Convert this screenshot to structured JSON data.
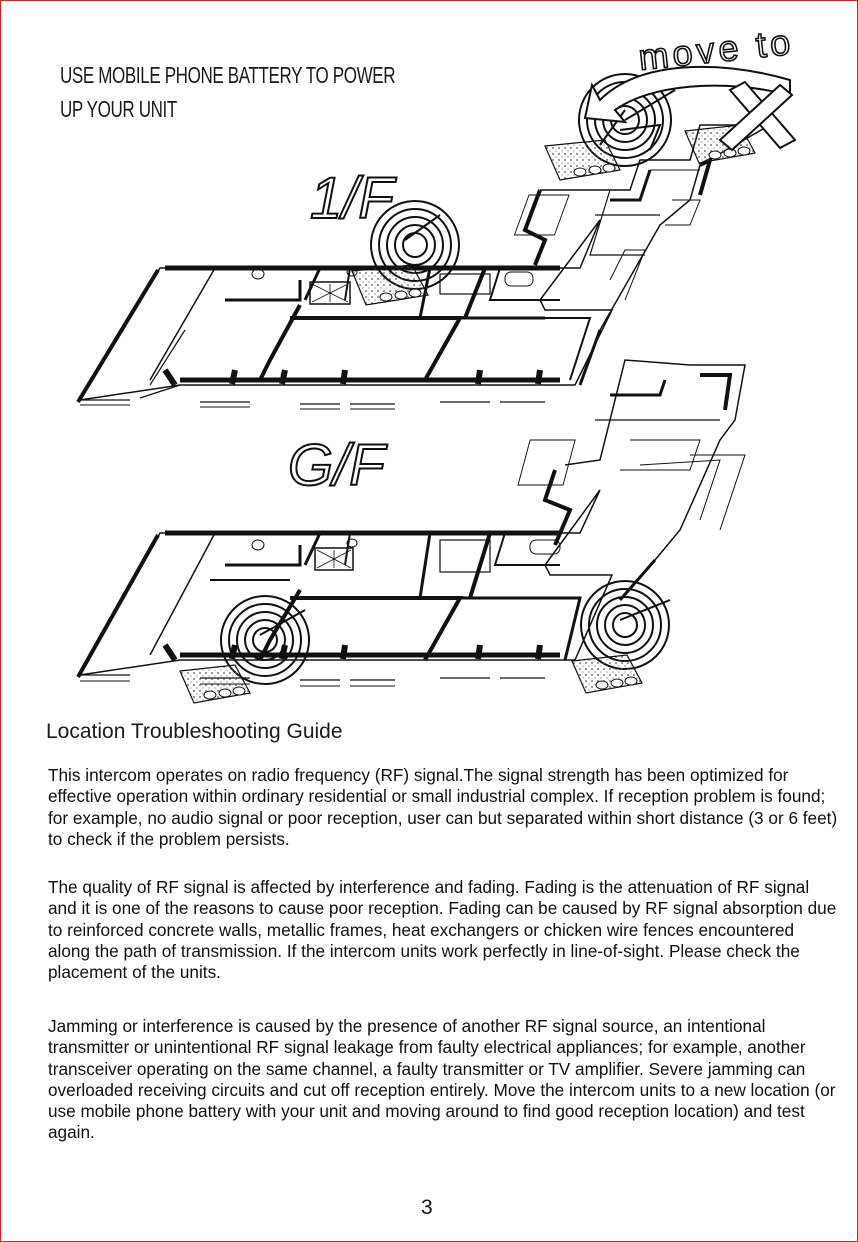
{
  "power_note": {
    "line1": "USE MOBILE PHONE BATTERY TO POWER",
    "line2": "UP YOUR UNIT"
  },
  "diagram": {
    "upper_floor_label": "1/F",
    "ground_floor_label": "G/F",
    "move_label": "move to"
  },
  "guide": {
    "title": "Location Troubleshooting Guide",
    "paragraphs": [
      "This intercom operates on radio frequency (RF) signal.The signal strength has been optimized for effective operation within ordinary residential or small industrial complex. If reception problem is found; for example, no audio signal or poor reception, user can but separated within short distance (3 or 6 feet) to check if the problem persists.",
      "The quality of RF signal is affected by interference and fading. Fading is the attenuation of RF signal and it is one of the reasons to cause poor reception. Fading can be caused by RF signal absorption due to reinforced concrete walls, metallic frames, heat exchangers or chicken wire fences encountered along the path of transmission. If the intercom units work perfectly in line-of-sight. Please check the placement of the units.",
      "Jamming or interference is caused by the presence of another RF signal source, an intentional transmitter or unintentional RF signal leakage from faulty electrical appliances; for example, another transceiver operating on the same channel, a faulty transmitter or TV amplifier. Severe jamming can overloaded receiving circuits and cut off reception entirely. Move the intercom units to a new location (or use mobile phone battery with your unit and moving around to find good reception location) and test again."
    ]
  },
  "page_number": "3",
  "colors": {
    "frame": "#e02020",
    "ink": "#111111"
  }
}
